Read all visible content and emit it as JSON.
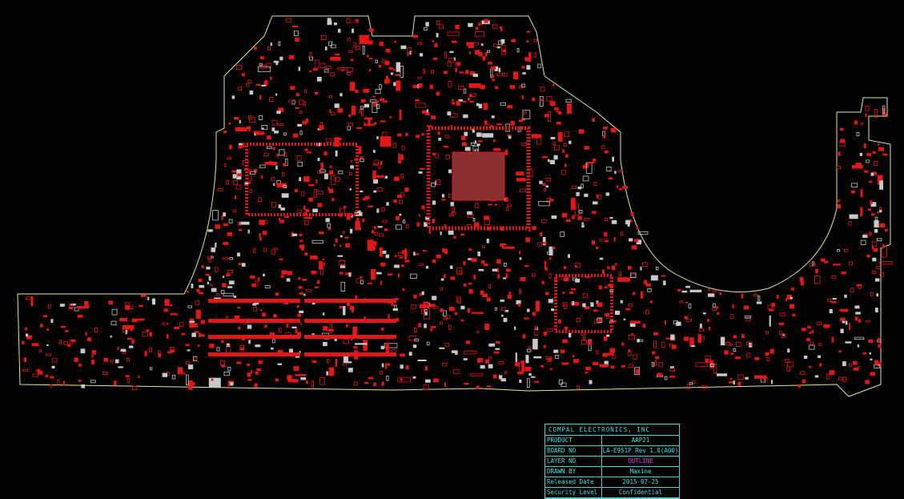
{
  "colors": {
    "background": "#000000",
    "outline": "#e8e890",
    "components": "#e01818",
    "pads": "#c8c8c8",
    "title_block": "#3fd6d6",
    "layer_highlight": "#e040e0"
  },
  "title_block": {
    "company": "COMPAL ELECTRONICS, INC",
    "rows": [
      {
        "label": "PRODUCT",
        "value": "AAP21"
      },
      {
        "label": "BOARD NO",
        "value": "LA-E951P Rev 1.0(A00)"
      },
      {
        "label": "LAYER NO",
        "value": "OUTLINE"
      },
      {
        "label": "DRAWN BY",
        "value": "Maxine"
      },
      {
        "label": "Released Date",
        "value": "2015-07-25"
      },
      {
        "label": "Security Level",
        "value": "Confidential"
      }
    ]
  }
}
